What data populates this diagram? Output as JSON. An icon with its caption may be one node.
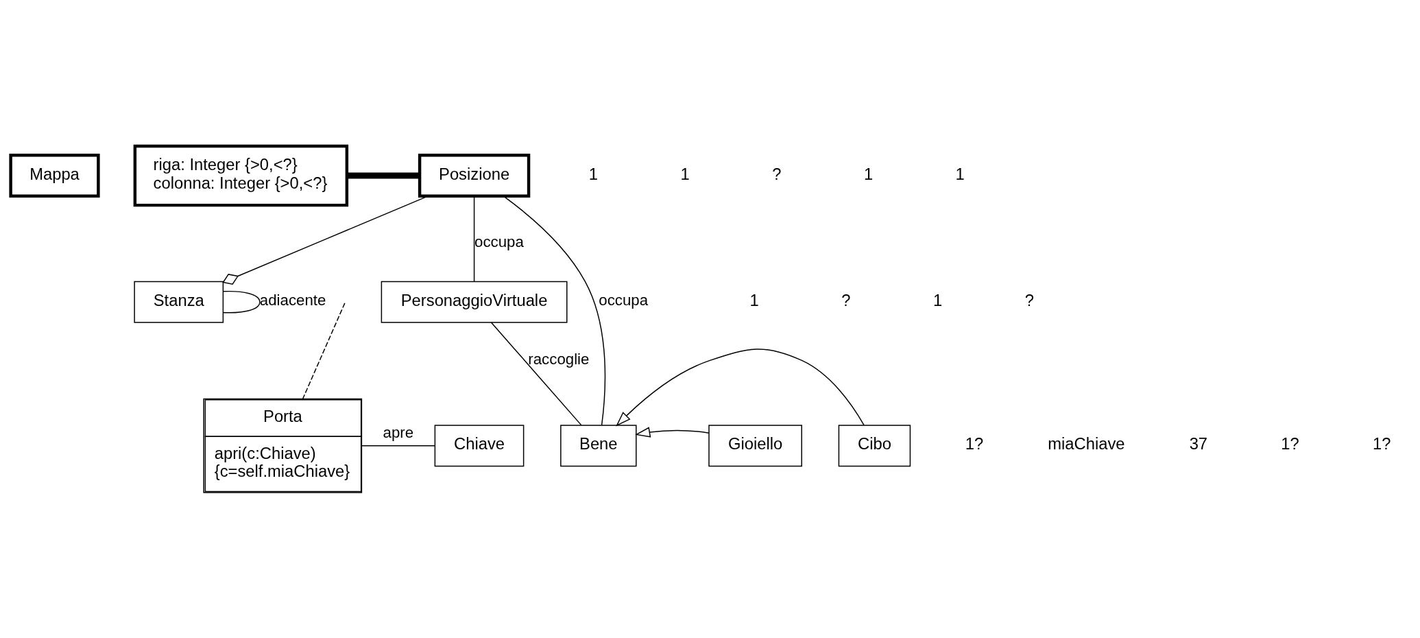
{
  "diagram": {
    "nodes": [
      {
        "text": [
          "Mappa"
        ]
      },
      {
        "text": [
          "riga: Integer {>0,<?}",
          "colonna: Integer {>0,<?}"
        ]
      },
      {
        "text": [
          "Posizione"
        ]
      },
      {
        "text": [
          "Stanza"
        ]
      },
      {
        "text": [
          "Porta",
          "apri(c:Chiave)",
          "{c=self.miaChiave}"
        ]
      },
      {
        "text": [
          "Chiave"
        ]
      },
      {
        "text": [
          "PersonaggioVirtuale"
        ]
      },
      {
        "text": [
          "Bene"
        ]
      },
      {
        "text": [
          "Gioiello"
        ]
      },
      {
        "text": [
          "Cibo"
        ]
      }
    ],
    "edges": [
      {
        "from": 1,
        "to": 2,
        "arrow": "none",
        "style": "thick"
      },
      {
        "from": 2,
        "to": 3,
        "arrow": "other"
      },
      {
        "from": 3,
        "to": 3,
        "arrow": "none",
        "label": "adiacente"
      },
      {
        "from": null,
        "to": 4,
        "arrow": "none",
        "style": "dashed"
      },
      {
        "from": 4,
        "to": 5,
        "arrow": "none",
        "label": "apre"
      },
      {
        "from": 2,
        "to": 7,
        "arrow": "none",
        "label": "occupa"
      },
      {
        "from": 2,
        "to": 6,
        "arrow": "none",
        "label": "occupa"
      },
      {
        "from": 6,
        "to": 7,
        "arrow": "none",
        "label": "raccoglie"
      },
      {
        "from": 8,
        "to": 7,
        "arrow": "to"
      },
      {
        "from": 9,
        "to": 7,
        "arrow": "to"
      }
    ],
    "labels": [
      "1",
      "1",
      "1",
      "?",
      "?",
      "1",
      "1",
      "1",
      "?",
      "1?",
      "miaChiave",
      "37",
      "1?",
      "1?"
    ]
  }
}
